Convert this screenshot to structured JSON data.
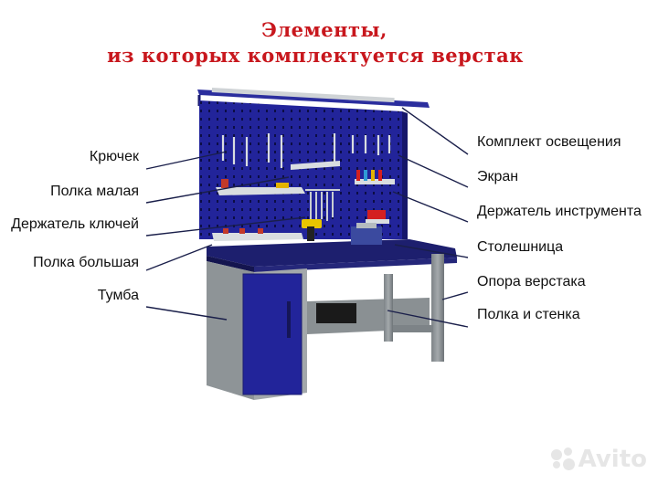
{
  "title": {
    "line1": "Элементы,",
    "line2": "из которых комплектуется верстак"
  },
  "labels_left": [
    {
      "key": "hook",
      "text": "Крючек"
    },
    {
      "key": "small-shelf",
      "text": "Полка малая"
    },
    {
      "key": "key-holder",
      "text": "Держатель ключей"
    },
    {
      "key": "large-shelf",
      "text": "Полка большая"
    },
    {
      "key": "cabinet",
      "text": "Тумба"
    }
  ],
  "labels_right": [
    {
      "key": "lighting-kit",
      "text": "Комплект освещения"
    },
    {
      "key": "screen",
      "text": "Экран"
    },
    {
      "key": "tool-holder",
      "text": "Держатель инструмента"
    },
    {
      "key": "tabletop",
      "text": "Столешница"
    },
    {
      "key": "workbench-support",
      "text": "Опора верстака"
    },
    {
      "key": "shelf-and-wall",
      "text": "Полка и стенка"
    }
  ],
  "watermark": "Avito",
  "colors": {
    "title": "#c8171d",
    "panel": "#22249a",
    "frame": "#8e9497",
    "tabletop": "#1d1f6e",
    "leader": "#1a1f4a"
  }
}
